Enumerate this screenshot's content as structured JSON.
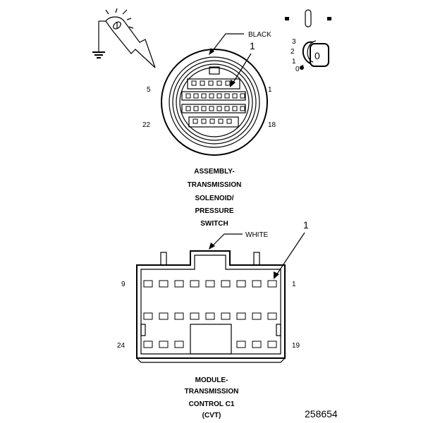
{
  "connector_top": {
    "color_label": "BLACK",
    "callout": "1",
    "pins": {
      "top_left": "5",
      "top_right": "1",
      "bottom_left": "22",
      "bottom_right": "18"
    },
    "name_lines": [
      "ASSEMBLY-",
      "TRANSMISSION",
      "SOLENOID/",
      "PRESSURE",
      "SWITCH"
    ]
  },
  "connector_bottom": {
    "color_label": "WHITE",
    "callout": "1",
    "pins": {
      "top_left": "9",
      "top_right": "1",
      "bottom_left": "24",
      "bottom_right": "19"
    },
    "name_lines": [
      "MODULE-",
      "TRANSMISSION",
      "CONTROL C1",
      "(CVT)"
    ]
  },
  "ignition_switch": {
    "positions": [
      "3",
      "2",
      "1",
      "0"
    ],
    "key_label": "0"
  },
  "figure_number": "258654"
}
